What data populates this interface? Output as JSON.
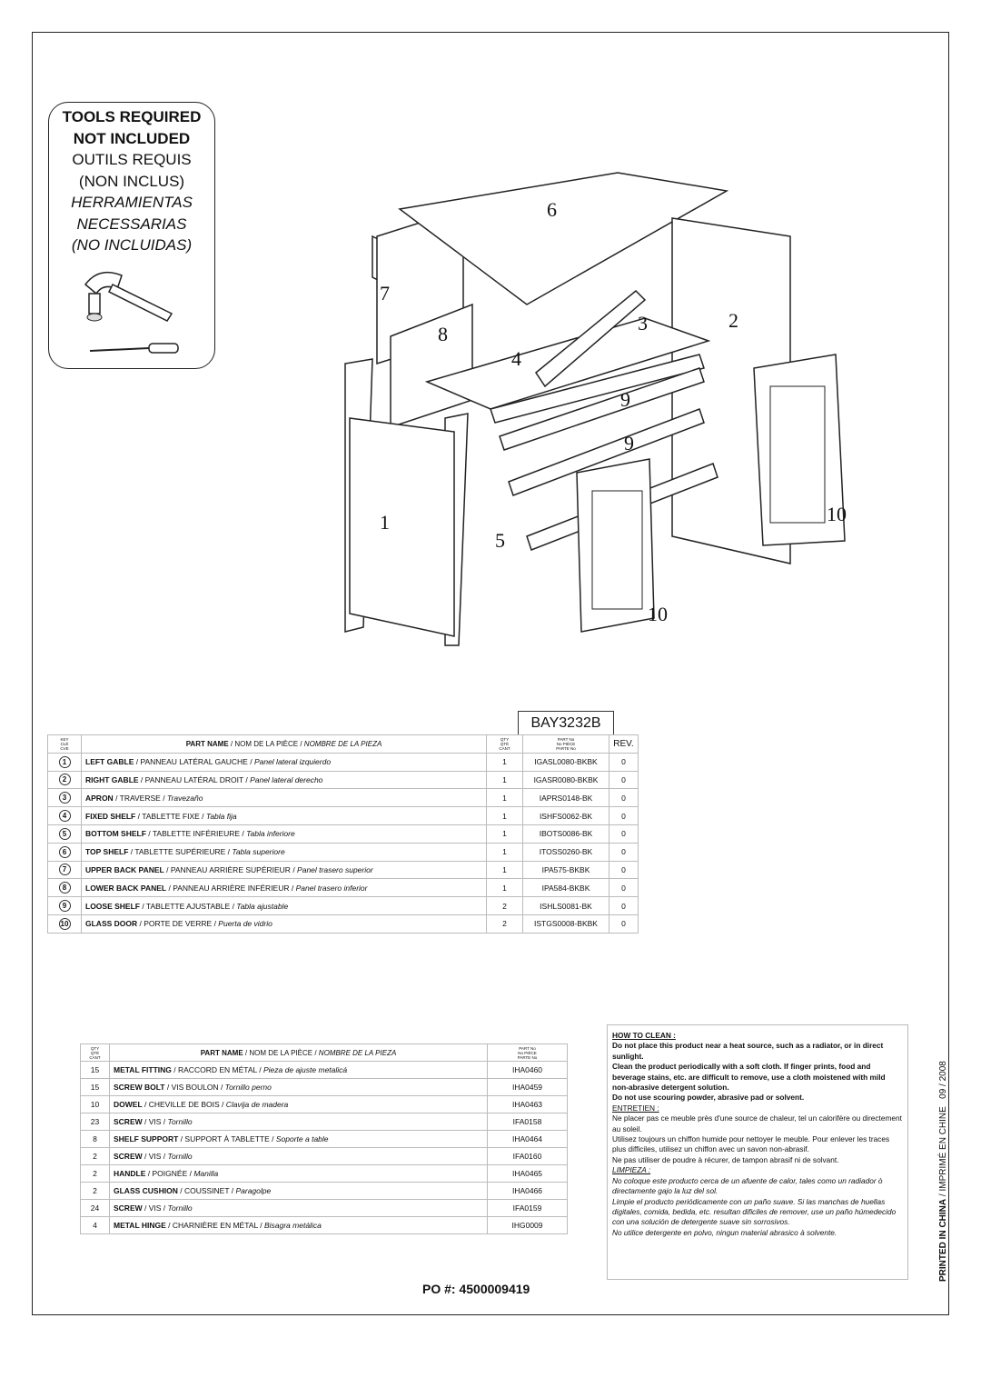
{
  "tools": {
    "lines": [
      "TOOLS REQUIRED",
      "NOT INCLUDED",
      "OUTILS REQUIS",
      "(NON INCLUS)",
      "HERRAMIENTAS",
      "NECESSARIAS",
      "(NO INCLUIDAS)"
    ]
  },
  "drawing": {
    "labels": [
      "6",
      "7",
      "8",
      "3",
      "2",
      "4",
      "9",
      "9",
      "1",
      "5",
      "10",
      "10"
    ]
  },
  "model": "BAY3232B",
  "parts_table": {
    "headers": {
      "key": [
        "KEY",
        "CLÉ",
        "CVE"
      ],
      "name_en": "PART NAME",
      "name_fr": "NOM DE LA PIÈCE",
      "name_es": "NOMBRE DE LA PIEZA",
      "qty": [
        "QTY",
        "QTÉ",
        "CANT"
      ],
      "partno": [
        "PART No",
        "No PIÈCE",
        "PARTE No"
      ],
      "rev": "REV."
    },
    "rows": [
      {
        "key": "1",
        "en": "LEFT GABLE",
        "fr": "PANNEAU LATÉRAL GAUCHE",
        "es": "Panel lateral izquierdo",
        "qty": "1",
        "part": "IGASL0080-BKBK",
        "rev": "0"
      },
      {
        "key": "2",
        "en": "RIGHT GABLE",
        "fr": "PANNEAU LATÉRAL DROIT",
        "es": "Panel lateral derecho",
        "qty": "1",
        "part": "IGASR0080-BKBK",
        "rev": "0"
      },
      {
        "key": "3",
        "en": "APRON",
        "fr": "TRAVERSE",
        "es": "Travezaño",
        "qty": "1",
        "part": "IAPRS0148-BK",
        "rev": "0"
      },
      {
        "key": "4",
        "en": "FIXED SHELF",
        "fr": "TABLETTE FIXE",
        "es": "Tabla fija",
        "qty": "1",
        "part": "ISHFS0062-BK",
        "rev": "0"
      },
      {
        "key": "5",
        "en": "BOTTOM SHELF",
        "fr": "TABLETTE INFÉRIEURE",
        "es": "Tabla inferiore",
        "qty": "1",
        "part": "IBOTS0086-BK",
        "rev": "0"
      },
      {
        "key": "6",
        "en": "TOP SHELF",
        "fr": "TABLETTE SUPÉRIEURE",
        "es": "Tabla superiore",
        "qty": "1",
        "part": "ITOSS0260-BK",
        "rev": "0"
      },
      {
        "key": "7",
        "en": "UPPER BACK PANEL",
        "fr": "PANNEAU ARRIÈRE SUPÉRIEUR",
        "es": "Panel trasero superior",
        "qty": "1",
        "part": "IPA575-BKBK",
        "rev": "0"
      },
      {
        "key": "8",
        "en": "LOWER BACK PANEL",
        "fr": "PANNEAU ARRIÈRE INFÉRIEUR",
        "es": "Panel trasero inferior",
        "qty": "1",
        "part": "IPA584-BKBK",
        "rev": "0"
      },
      {
        "key": "9",
        "en": "LOOSE SHELF",
        "fr": "TABLETTE AJUSTABLE",
        "es": "Tabla ajustable",
        "qty": "2",
        "part": "ISHLS0081-BK",
        "rev": "0"
      },
      {
        "key": "10",
        "en": "GLASS DOOR",
        "fr": "PORTE DE VERRE",
        "es": "Puerta de vidrio",
        "qty": "2",
        "part": "ISTGS0008-BKBK",
        "rev": "0"
      }
    ]
  },
  "hardware_table": {
    "headers": {
      "qty": [
        "QTY",
        "QTÉ",
        "CANT"
      ],
      "name_en": "PART NAME",
      "name_fr": "NOM DE LA PIÈCE",
      "name_es": "NOMBRE DE LA PIEZA",
      "partno": [
        "PART No",
        "No PIÈCE",
        "PARTE No"
      ]
    },
    "rows": [
      {
        "qty": "15",
        "en": "METAL FITTING",
        "fr": "RACCORD EN MÉTAL",
        "es": "Pieza de ajuste metalicá",
        "part": "IHA0460"
      },
      {
        "qty": "15",
        "en": "SCREW BOLT",
        "fr": "VIS BOULON",
        "es": "Tornillo perno",
        "part": "IHA0459"
      },
      {
        "qty": "10",
        "en": "DOWEL",
        "fr": "CHEVILLE DE BOIS",
        "es": "Clavija de madera",
        "part": "IHA0463"
      },
      {
        "qty": "23",
        "en": "SCREW",
        "fr": "VIS",
        "es": "Tornillo",
        "part": "IFA0158"
      },
      {
        "qty": "8",
        "en": "SHELF SUPPORT",
        "fr": "SUPPORT À TABLETTE",
        "es": "Soporte a table",
        "part": "IHA0464"
      },
      {
        "qty": "2",
        "en": "SCREW",
        "fr": "VIS",
        "es": "Tornillo",
        "part": "IFA0160"
      },
      {
        "qty": "2",
        "en": "HANDLE",
        "fr": "POIGNÉE",
        "es": "Manilla",
        "part": "IHA0465"
      },
      {
        "qty": "2",
        "en": "GLASS CUSHION",
        "fr": "COUSSINET",
        "es": "Paragolpe",
        "part": "IHA0466"
      },
      {
        "qty": "24",
        "en": "SCREW",
        "fr": "VIS",
        "es": "Tornillo",
        "part": "IFA0159"
      },
      {
        "qty": "4",
        "en": "METAL HINGE",
        "fr": "CHARNIÈRE EN MÉTAL",
        "es": "Bisagra metálica",
        "part": "IHG0009"
      }
    ]
  },
  "cleaning": {
    "en_title": "HOW TO CLEAN :",
    "en": [
      "Do not place this product near a heat source, such as a radiator, or in direct sunlight.",
      "Clean the product periodically with a soft cloth. If finger prints, food and beverage stains, etc. are difficult to remove, use a cloth moistened with mild non-abrasive detergent solution.",
      "Do not use scouring powder, abrasive pad or solvent."
    ],
    "fr_title": "ENTRETIEN :",
    "fr": [
      "Ne placer pas ce meuble près d'une source de chaleur, tel un calorifère ou directement au soleil.",
      "Utilisez toujours un chiffon humide pour nettoyer le meuble. Pour enlever les traces plus difficiles, utilisez un chiffon avec un savon non-abrasif.",
      "Ne pas utiliser de poudre à récurer, de tampon abrasif ni de solvant."
    ],
    "es_title": "LIMPIEZA :",
    "es": [
      "No coloque este producto cerca de un afuente de calor, tales como un radiador ò directamente gajo la luz del sol.",
      "Limpie el producto periódicamente con un paño suave. Si las manchas de huellas digitales, comida, bedida, etc. resultan dificiles de remover, use un paño húmedecido con una solución de detergente suave sin sorrosivos.",
      "No utilice detergente en polvo, ningun material abrasico à solvente."
    ]
  },
  "po": "PO #: 4500009419",
  "footer": {
    "printed_en": "PRINTED IN CHINA",
    "printed_fr": "IMPRIMÉ EN CHINE",
    "date": "09 / 2008"
  }
}
